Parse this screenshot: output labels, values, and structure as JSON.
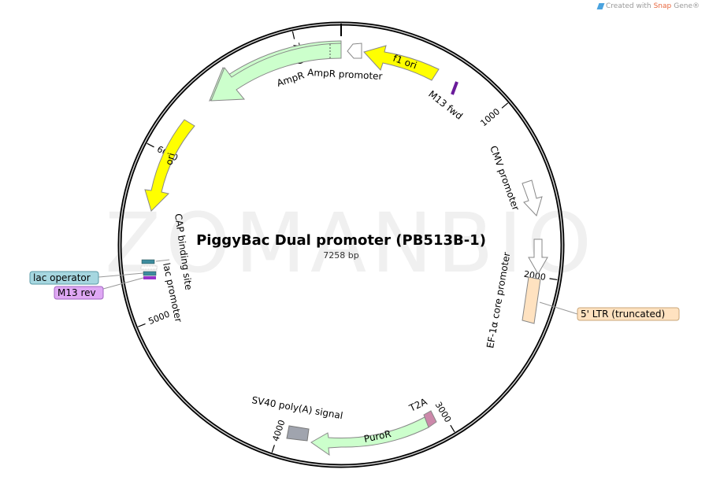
{
  "credit": {
    "prefix": "Created with ",
    "brand": "Snap",
    "suffix": "Gene®"
  },
  "watermark": "ZOMANBIO",
  "title": "PiggyBac Dual promoter (PB513B-1)",
  "length_label": "7258 bp",
  "total_bp": 7258,
  "ticks": [
    {
      "bp": 1000,
      "label": "1000"
    },
    {
      "bp": 2000,
      "label": "2000"
    },
    {
      "bp": 3000,
      "label": "3000"
    },
    {
      "bp": 4000,
      "label": "4000"
    },
    {
      "bp": 5000,
      "label": "5000"
    },
    {
      "bp": 6000,
      "label": "6000"
    },
    {
      "bp": 7000,
      "label": "7000"
    }
  ],
  "features": [
    {
      "name": "f1 ori",
      "color": "#ffff00"
    },
    {
      "name": "M13 fwd",
      "color": "#9933cc"
    },
    {
      "name": "CMV promoter",
      "color": "#ffffff"
    },
    {
      "name": "EF-1α core promoter",
      "color": "#ffffff"
    },
    {
      "name": "5' LTR (truncated)",
      "color": "#ffe2c0"
    },
    {
      "name": "T2A",
      "color": "#cc88aa"
    },
    {
      "name": "PuroR",
      "color": "#ccffcc"
    },
    {
      "name": "SV40 poly(A) signal",
      "color": "#a0a4ae"
    },
    {
      "name": "lac promoter",
      "color": "#ffffff"
    },
    {
      "name": "lac operator",
      "color": "#3d8c9e"
    },
    {
      "name": "M13 rev",
      "color": "#9933cc"
    },
    {
      "name": "CAP binding site",
      "color": "#3d8c9e"
    },
    {
      "name": "ori",
      "color": "#ffff00"
    },
    {
      "name": "AmpR",
      "color": "#ccffcc"
    },
    {
      "name": "AmpR promoter",
      "color": "#ffffff"
    }
  ],
  "callouts": {
    "ltr": "5' LTR (truncated)",
    "lac_operator": "lac operator",
    "m13_rev": "M13 rev"
  }
}
